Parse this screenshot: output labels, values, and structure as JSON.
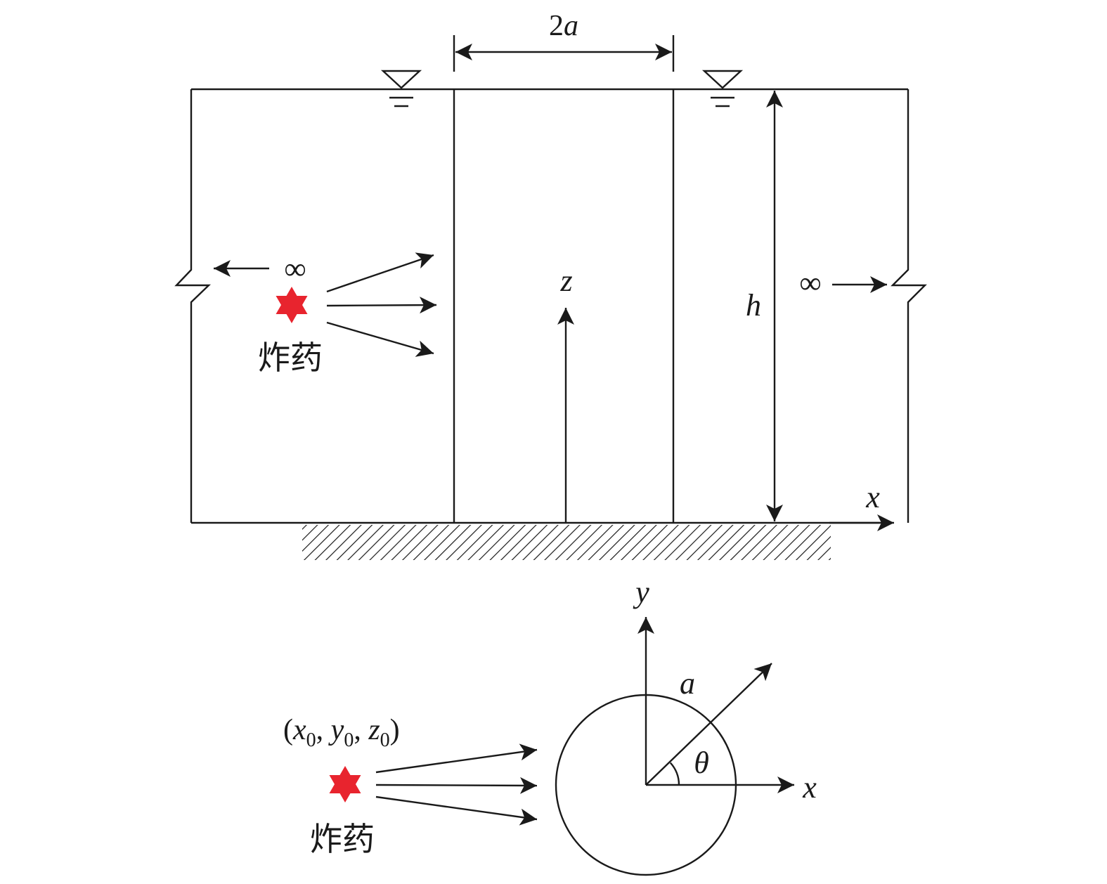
{
  "front_view": {
    "width_label_num": "2",
    "width_label_var": "a",
    "height_label": "h",
    "z_axis_label": "z",
    "x_axis_label": "x",
    "infinity_left": "∞",
    "infinity_right": "∞",
    "charge_label": "炸药"
  },
  "top_view": {
    "y_axis_label": "y",
    "x_axis_label": "x",
    "radius_label": "a",
    "angle_label": "θ",
    "charge_label": "炸药",
    "position": {
      "open": "(",
      "x": "x",
      "y": "y",
      "z": "z",
      "sub": "0",
      "sep": ", ",
      "close": ")"
    }
  },
  "colors": {
    "line": "#1a1a1a",
    "charge": "#e8242e"
  }
}
